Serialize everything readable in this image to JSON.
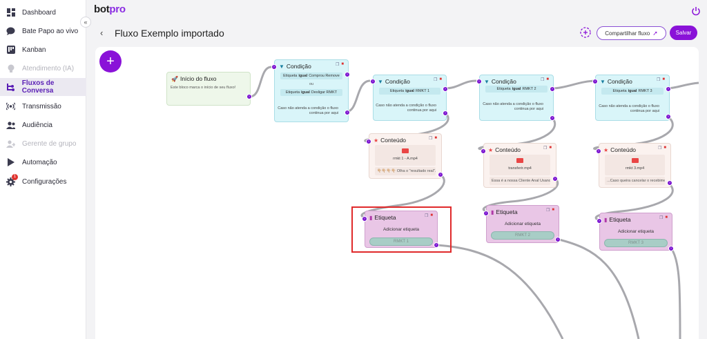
{
  "sidebar": {
    "items": [
      {
        "label": "Dashboard",
        "icon": "dashboard-icon"
      },
      {
        "label": "Bate Papo ao vivo",
        "icon": "chat-icon"
      },
      {
        "label": "Kanban",
        "icon": "kanban-icon"
      },
      {
        "label": "Atendimento (IA)",
        "icon": "bulb-icon"
      },
      {
        "label": "Fluxos de Conversa",
        "icon": "flow-icon"
      },
      {
        "label": "Transmissão",
        "icon": "broadcast-icon"
      },
      {
        "label": "Audiência",
        "icon": "users-icon"
      },
      {
        "label": "Gerente de grupo",
        "icon": "group-icon"
      },
      {
        "label": "Automação",
        "icon": "play-icon"
      },
      {
        "label": "Configurações",
        "icon": "gear-icon",
        "badge": "1"
      }
    ],
    "active_label": "Fluxos de Conversa",
    "collapse_glyph": "«"
  },
  "header": {
    "logo_main": "bot",
    "logo_accent": "pro",
    "back_glyph": "‹",
    "title": "Fluxo Exemplo importado",
    "share_label": "Compartilhar fluxo",
    "save_label": "Salvar"
  },
  "canvas": {
    "add_glyph": "+",
    "start": {
      "title": "Início do fluxo",
      "desc": "Este bloco marca o início de seu fluxo!"
    },
    "cond1": {
      "title": "Condição",
      "rule1_pre": "Etiqueta",
      "rule1_op": "igual",
      "rule1_val": "Comprou Remove",
      "or": "ou",
      "rule2_pre": "Etiqueta",
      "rule2_op": "igual",
      "rule2_val": "Desligar RMKT",
      "else_line1": "Caso não atenda a condição o fluxo",
      "else_line2": "continua por aqui"
    },
    "cond2": {
      "title": "Condição",
      "rule_pre": "Etiqueta",
      "rule_op": "igual",
      "rule_val": "RMKT 1",
      "else_line1": "Caso não atenda a condição o fluxo",
      "else_line2": "continua por aqui"
    },
    "cond3": {
      "title": "Condição",
      "rule_pre": "Etiqueta",
      "rule_op": "igual",
      "rule_val": "RMKT 2",
      "else_line1": "Caso não atenda a condição o fluxo",
      "else_line2": "continua por aqui"
    },
    "cond4": {
      "title": "Condição",
      "rule_pre": "Etiqueta",
      "rule_op": "igual",
      "rule_val": "RMKT 3",
      "else_line1": "Caso não atenda a condição o fluxo",
      "else_line2": "continua por aqui"
    },
    "cont1": {
      "title": "Conteúdo",
      "file": "rmkt 1 - A.mp4",
      "msg": "👇🏼👇🏼👇🏼👇🏼 Olha o \"resultado real\"..."
    },
    "cont2": {
      "title": "Conteúdo",
      "file": "transferir.mp4",
      "msg": "Essa é a nossa Cliente Anal Usando..."
    },
    "cont3": {
      "title": "Conteúdo",
      "file": "rmkt 3.mp4",
      "msg": "...Caso queira cancelar o recebimen..."
    },
    "tag1": {
      "title": "Etiqueta",
      "sub": "Adicionar etiqueta",
      "value": "RMKT 1"
    },
    "tag2": {
      "title": "Etiqueta",
      "sub": "Adicionar etiqueta",
      "value": "RMKT 2"
    },
    "tag3": {
      "title": "Etiqueta",
      "sub": "Adicionar etiqueta",
      "value": "RMKT 3"
    }
  },
  "colors": {
    "accent": "#8a12d8",
    "active_nav": "#5a1eb5",
    "highlight": "#e0292a"
  }
}
